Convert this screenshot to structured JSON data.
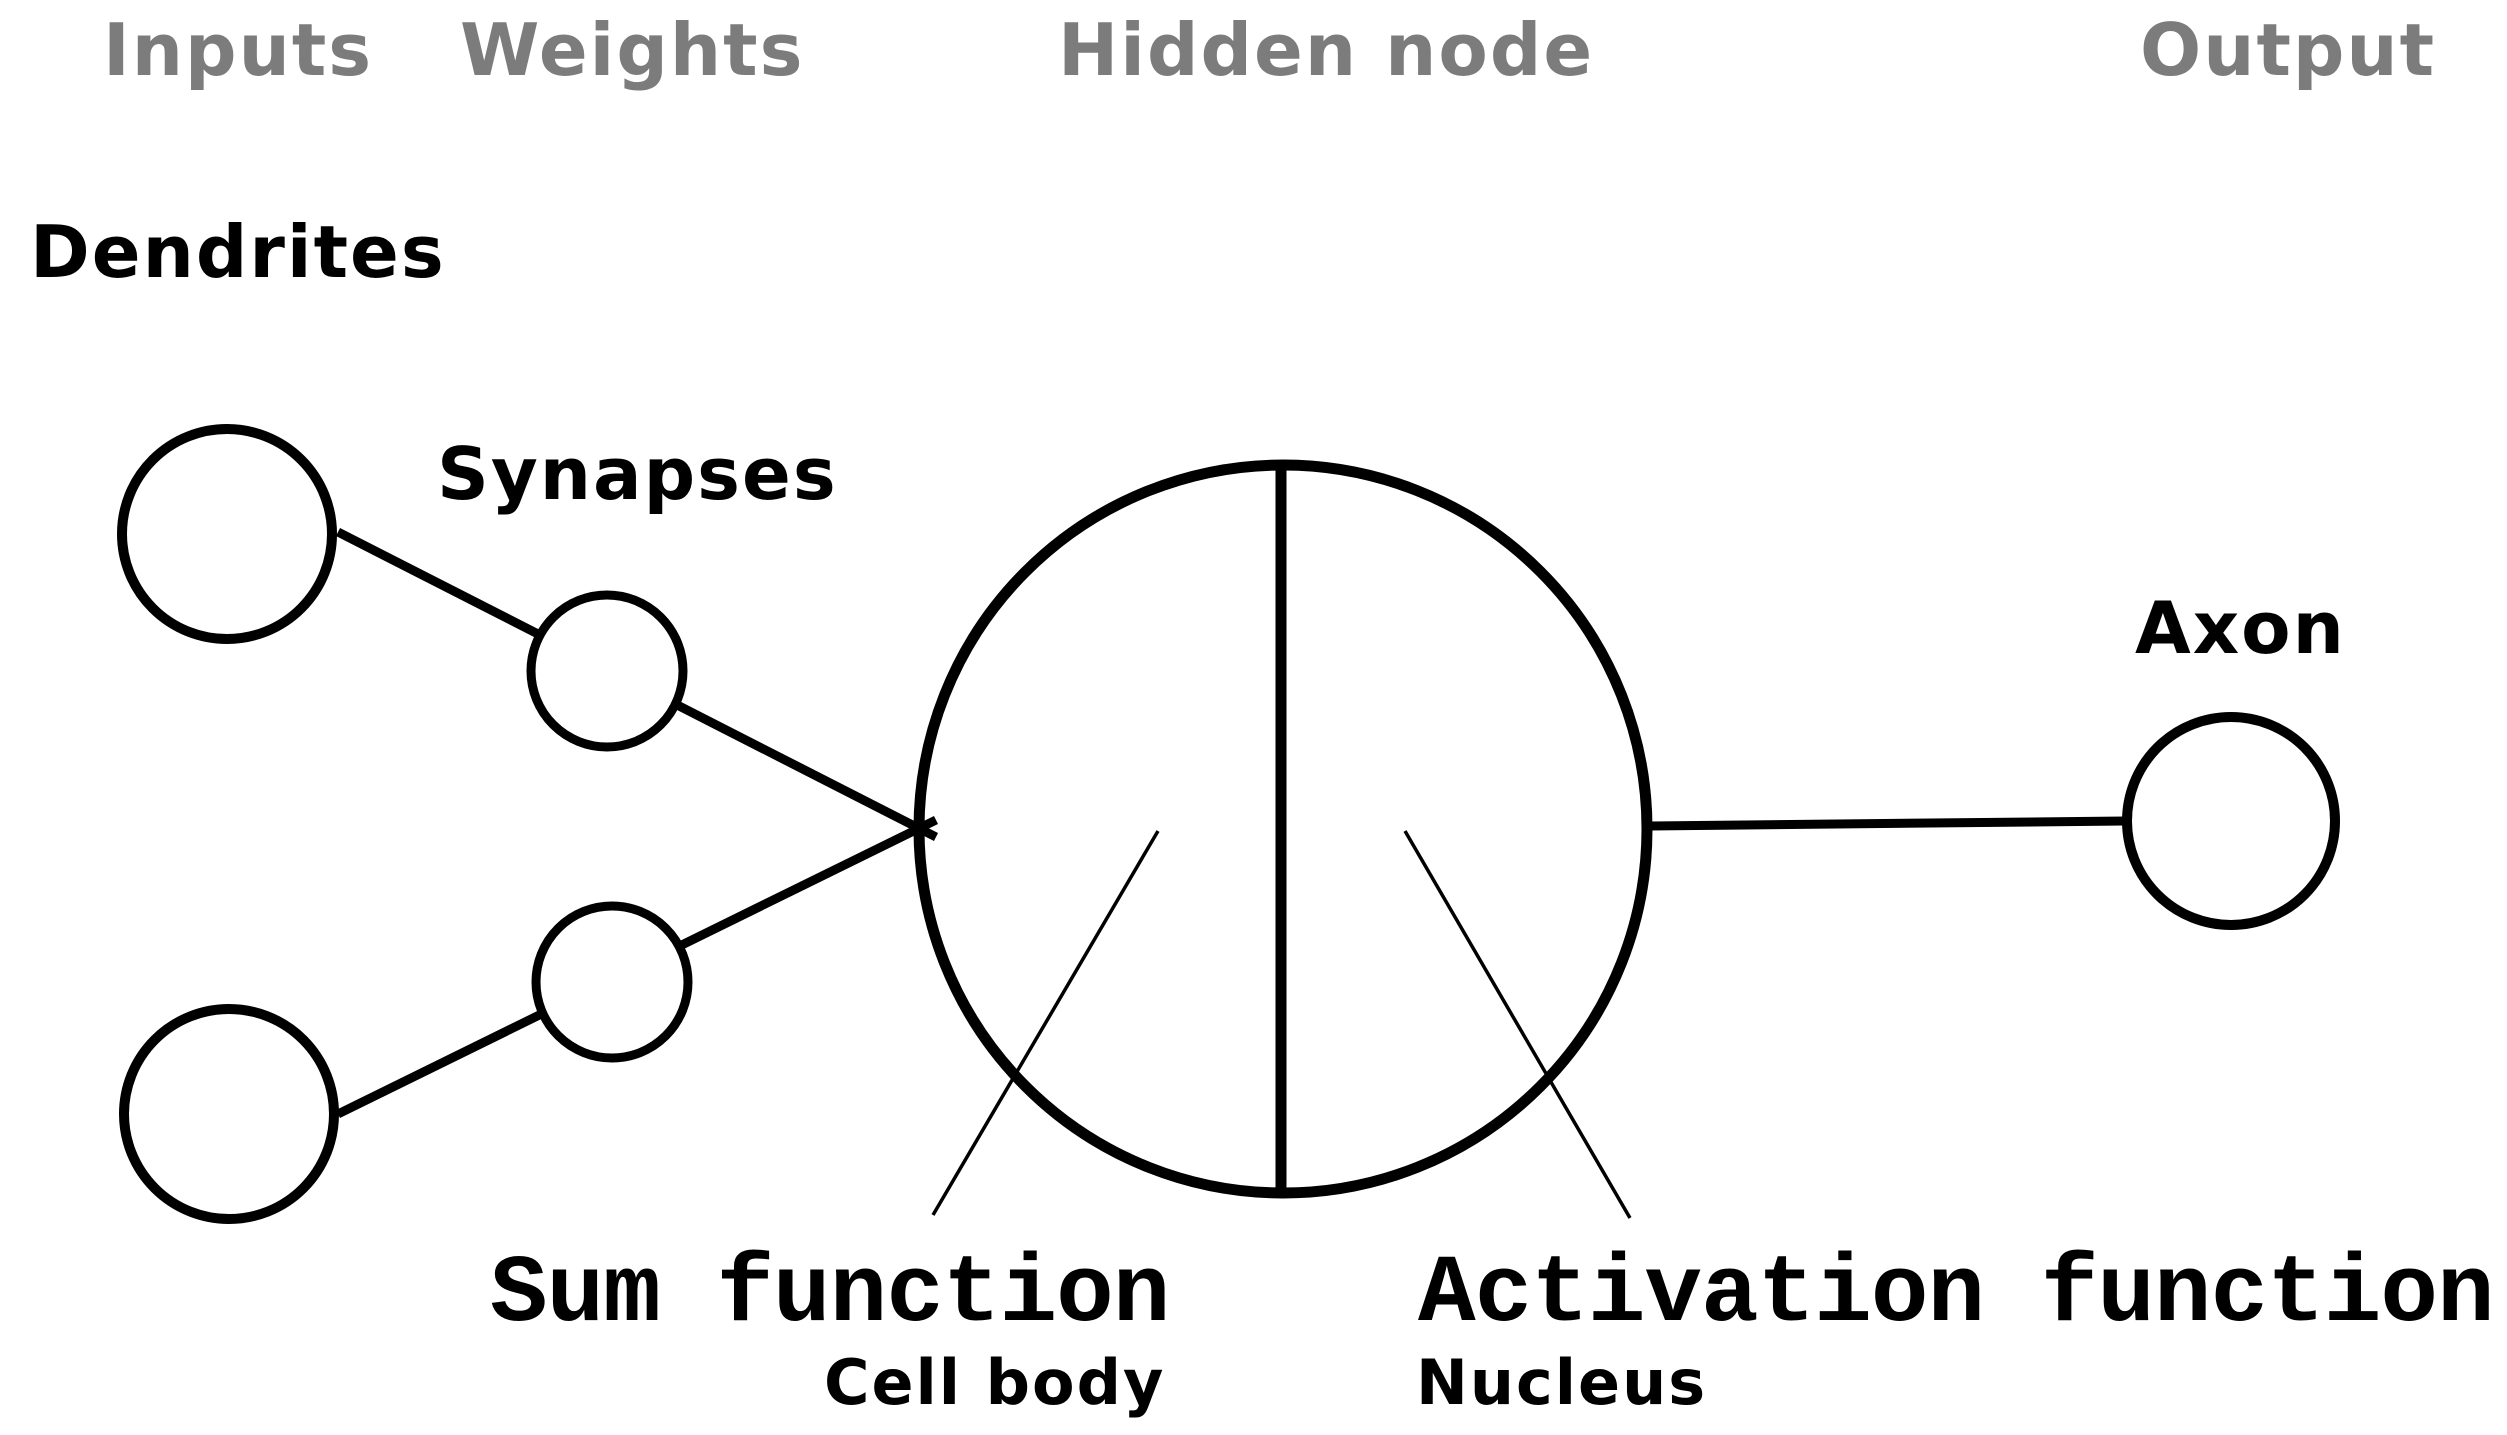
{
  "diagram": {
    "headers": {
      "inputs": "Inputs",
      "weights": "Weights",
      "hidden_node": "Hidden node",
      "output": "Output"
    },
    "labels": {
      "dendrites": "Dendrites",
      "synapses": "Synapses",
      "axon": "Axon",
      "sum_function": "Sum function",
      "cell_body": "Cell body",
      "activation_function": "Activation function",
      "nucleus": "Nucleus"
    },
    "colors": {
      "header_gray": "#7c7c7c",
      "ink": "#000000",
      "background": "#ffffff"
    }
  }
}
